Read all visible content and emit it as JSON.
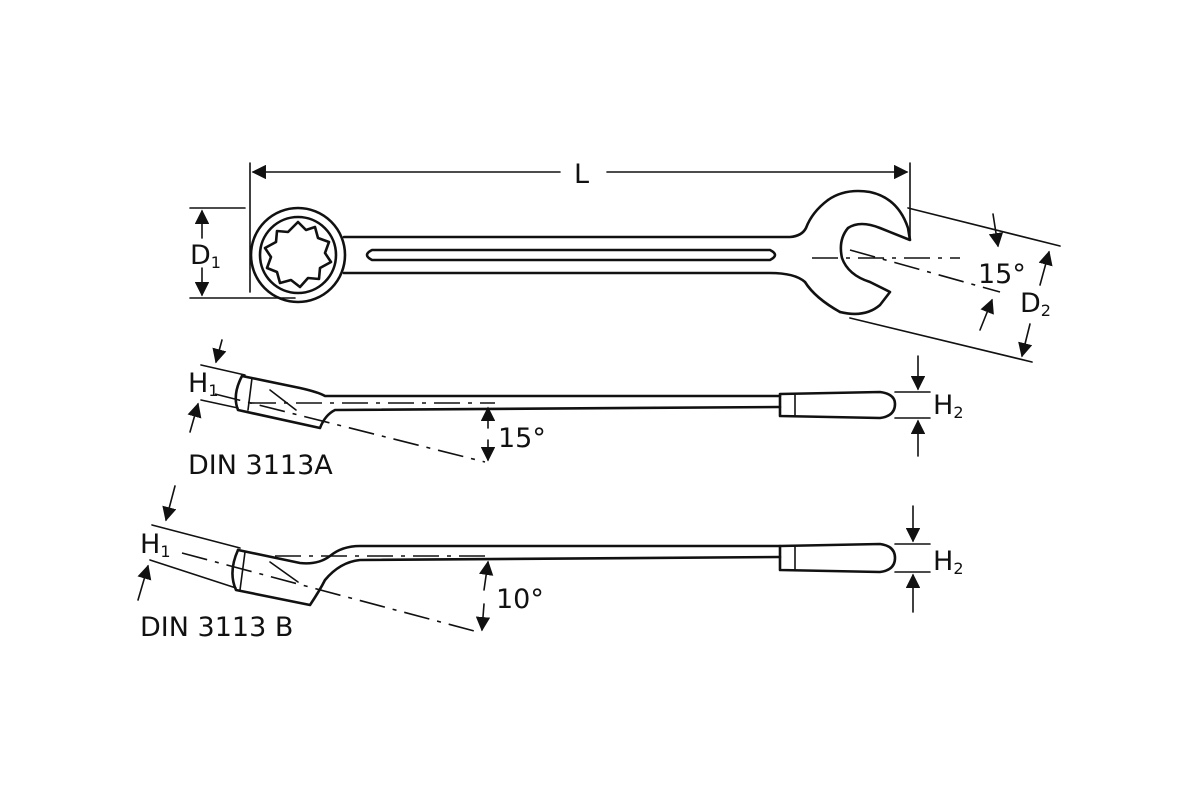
{
  "labels": {
    "length": "L",
    "ring_diameter_main": "D",
    "ring_diameter_sub": "1",
    "open_angle": "15°",
    "jaw_diameter_main": "D",
    "jaw_diameter_sub": "2",
    "variant_a": {
      "h1_main": "H",
      "h1_sub": "1",
      "h2_main": "H",
      "h2_sub": "2",
      "angle": "15°",
      "standard": "DIN 3113A"
    },
    "variant_b": {
      "h1_main": "H",
      "h1_sub": "1",
      "h2_main": "H",
      "h2_sub": "2",
      "angle": "10°",
      "standard": "DIN 3113 B"
    }
  }
}
